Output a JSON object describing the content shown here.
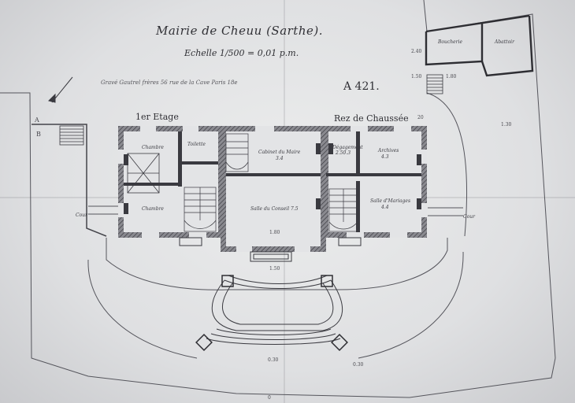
{
  "header": {
    "title": "Mairie de Cheuu (Sarthe).",
    "scale": "Echelle 1/500 = 0,01 p.m.",
    "signature": "Gravé Gautrel frères 56 rue de la Cave Paris 18e",
    "ref": "A 421."
  },
  "floors": {
    "upper": "1er Etage",
    "ground": "Rez de Chaussée"
  },
  "rooms": {
    "chambre_top": "Chambre",
    "toilette": "Toilette",
    "chambre_bottom": "Chambre",
    "cabinet": "Cabinet du Maire",
    "cabinet_dim": "3.4",
    "salle_conseil": "Salle du Conseil 7.5",
    "degagement": "Dégagement",
    "degagement_dim": "2.50.3",
    "archives": "Archives",
    "archives_dim": "4.3",
    "salle_mariages": "Salle d'Mariages",
    "salle_mariages_dim": "4.4",
    "boucherie": "Boucherie",
    "abattoir": "Abattoir",
    "cour_l": "Cour",
    "cour_r": "Cour"
  },
  "marks": {
    "a": "A",
    "b": "B"
  },
  "dims": {
    "d240": "2.40",
    "d150a": "1.50",
    "d180": "1.80",
    "d130": "1.30",
    "d20": "20",
    "d180b": "1.80",
    "d150b": "1.50",
    "d030a": "0.30",
    "d030b": "0.30",
    "d0": "0"
  }
}
